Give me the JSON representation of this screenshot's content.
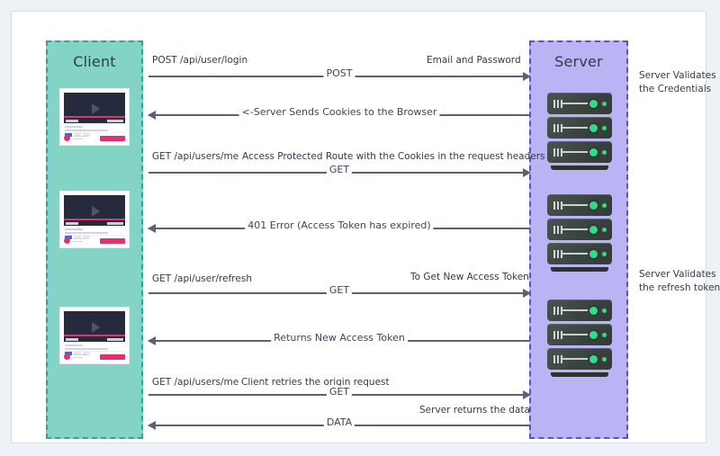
{
  "diagram": {
    "title": "Access token / refresh token flow",
    "colors": {
      "client_fill": "#83d3c7",
      "client_border": "#2aa79b",
      "server_fill": "#bab4f5",
      "server_border": "#5b4fd6",
      "arrow": "#5a6275",
      "canvas": "#ffffff",
      "page_background": "#eef1f5"
    },
    "actors": {
      "client": {
        "title": "Client"
      },
      "server": {
        "title": "Server"
      }
    },
    "messages": [
      {
        "direction": "right",
        "mid": "POST",
        "lead": "POST /api/user/login",
        "note": "Email and Password"
      },
      {
        "direction": "left",
        "mid": "<-Server Sends Cookies to the Browser",
        "lead": "",
        "note": ""
      },
      {
        "direction": "right",
        "mid": "GET",
        "lead": "GET /api/users/me",
        "note": "Access Protected Route with the Cookies in the request headers"
      },
      {
        "direction": "left",
        "mid": "401 Error (Access Token has expired)",
        "lead": "",
        "note": ""
      },
      {
        "direction": "right",
        "mid": "GET",
        "lead": "GET /api/user/refresh",
        "note": "To Get New Access Token"
      },
      {
        "direction": "left",
        "mid": "Returns New Access Token",
        "lead": "",
        "note": ""
      },
      {
        "direction": "right",
        "mid": "GET",
        "lead": "GET /api/users/me",
        "note": "Client retries the origin request"
      },
      {
        "direction": "left",
        "mid": "DATA",
        "lead": "",
        "note": "Server returns the data"
      }
    ],
    "side_notes": [
      {
        "line1": "Server Validates",
        "line2": "the Credentials"
      },
      {
        "line1": "Server Validates",
        "line2": "the refresh token"
      }
    ]
  }
}
